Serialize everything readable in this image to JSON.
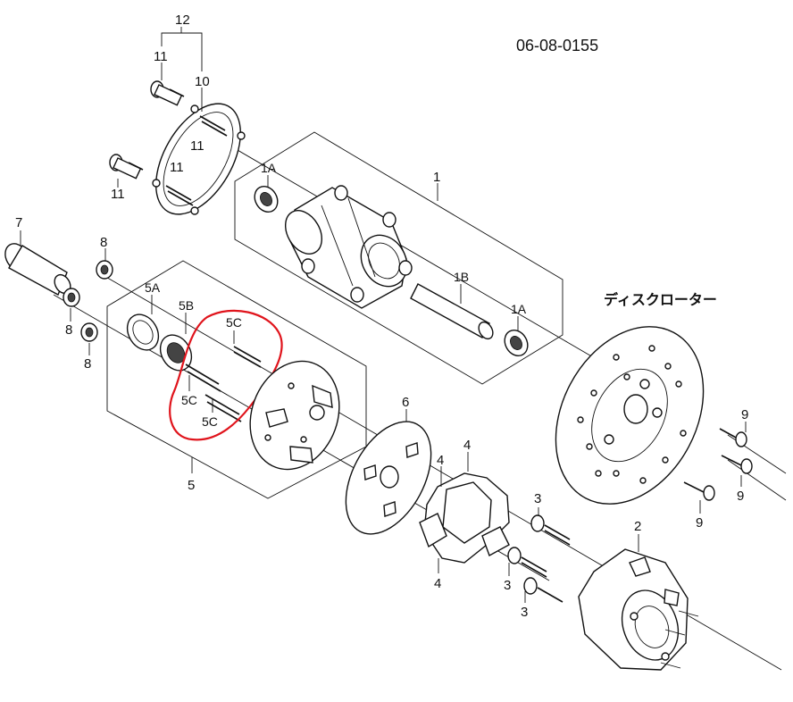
{
  "drawing": {
    "doc_number": "06-08-0155",
    "disc_rotor_label": "ディスクローター"
  },
  "labels": {
    "p12": "12",
    "p11a": "11",
    "p10": "10",
    "p11b": "11",
    "p11c": "11",
    "p11d": "11",
    "p1": "1",
    "p1a_top": "1A",
    "p1b": "1B",
    "p1a_bottom": "1A",
    "p7": "7",
    "p8_top": "8",
    "p8_mid": "8",
    "p8_bot": "8",
    "p5a": "5A",
    "p5b": "5B",
    "p5c_a": "5C",
    "p5c_b": "5C",
    "p5c_c": "5C",
    "p5": "5",
    "p6": "6",
    "p4_a": "4",
    "p4_b": "4",
    "p4_c": "4",
    "p3_a": "3",
    "p3_b": "3",
    "p3_c": "3",
    "p2": "2",
    "p9_a": "9",
    "p9_b": "9",
    "p9_c": "9"
  },
  "colors": {
    "line": "#111111",
    "highlight": "#e0141c"
  }
}
